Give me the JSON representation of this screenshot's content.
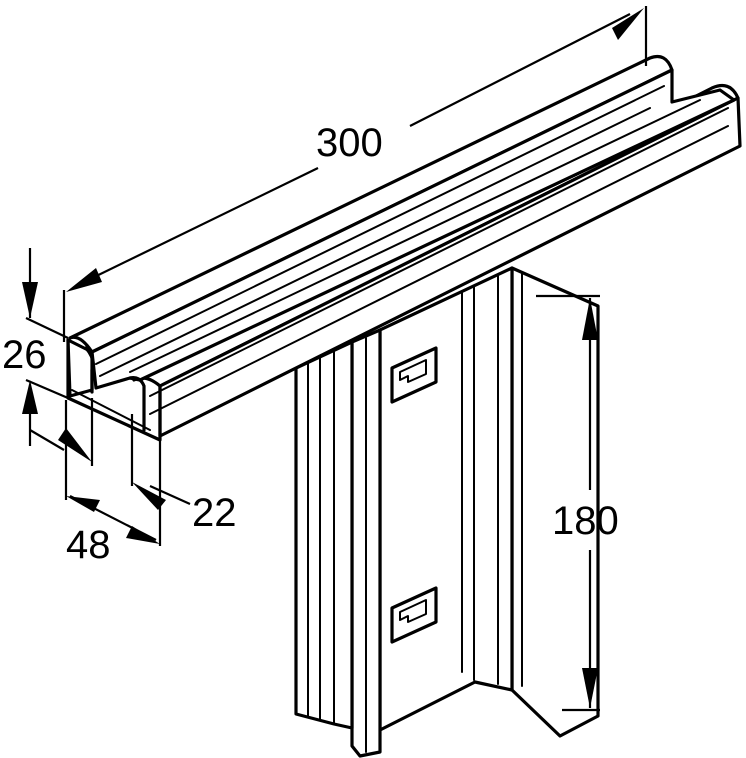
{
  "dimensions": {
    "length": "300",
    "height": "26",
    "slot_width": "22",
    "total_width": "48",
    "post_height": "180"
  }
}
